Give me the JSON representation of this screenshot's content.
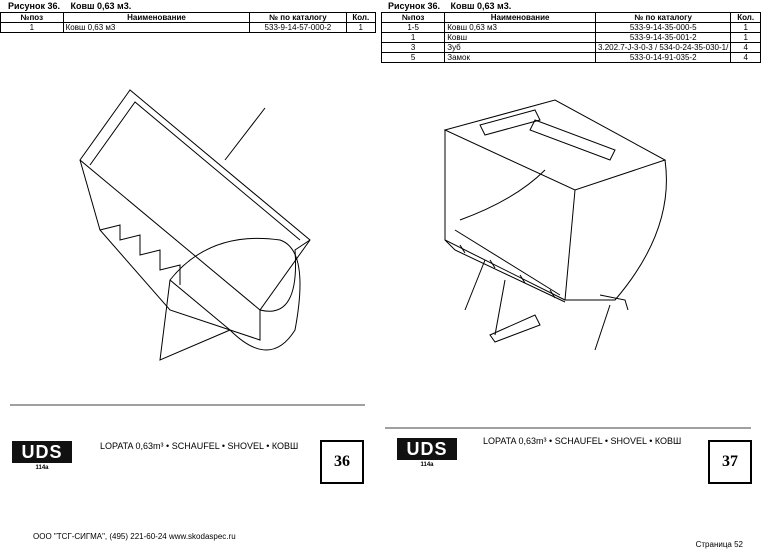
{
  "left": {
    "caption_label": "Рисунок 36.",
    "caption_title": "Ковш 0,63 м3.",
    "headers": [
      "№поз",
      "Наименование",
      "№ по каталогу",
      "Кол."
    ],
    "rows": [
      {
        "pos": "1",
        "name": "Ковш  0,63 м3",
        "cat": "533-9-14-57-000-2",
        "qty": "1"
      }
    ],
    "sheet": {
      "model": "LOPATA",
      "text": "0,63m³ • SCHAUFEL • SHOVEL • КОВШ",
      "logo": "UDS",
      "logo_sub": "114a",
      "number": "36"
    }
  },
  "right": {
    "caption_label": "Рисунок 36.",
    "caption_title": "Ковш 0,63 м3.",
    "headers": [
      "№поз",
      "Наименование",
      "№ по каталогу",
      "Кол."
    ],
    "rows": [
      {
        "pos": "1-5",
        "name": "Ковш  0,63 м3",
        "cat": "533-9-14-35-000-5",
        "qty": "1"
      },
      {
        "pos": "1",
        "name": "Ковш",
        "cat": "533-9-14-35-001-2",
        "qty": "1"
      },
      {
        "pos": "3",
        "name": "Зуб",
        "cat": "3.202.7-J-3-0-3 / 534-0-24-35-030-1/",
        "qty": "4"
      },
      {
        "pos": "5",
        "name": "Замок",
        "cat": "533-0-14-91-035-2",
        "qty": "4"
      }
    ],
    "sheet": {
      "model": "LOPATA",
      "text": "0,63m³ • SCHAUFEL • SHOVEL • КОВШ",
      "logo": "UDS",
      "logo_sub": "114a",
      "number": "37"
    }
  },
  "footer": {
    "company": "ООО \"ТСГ-СИГМА\", (495) 221-60-24 www.skodaspec.ru",
    "page": "Страница 52"
  }
}
